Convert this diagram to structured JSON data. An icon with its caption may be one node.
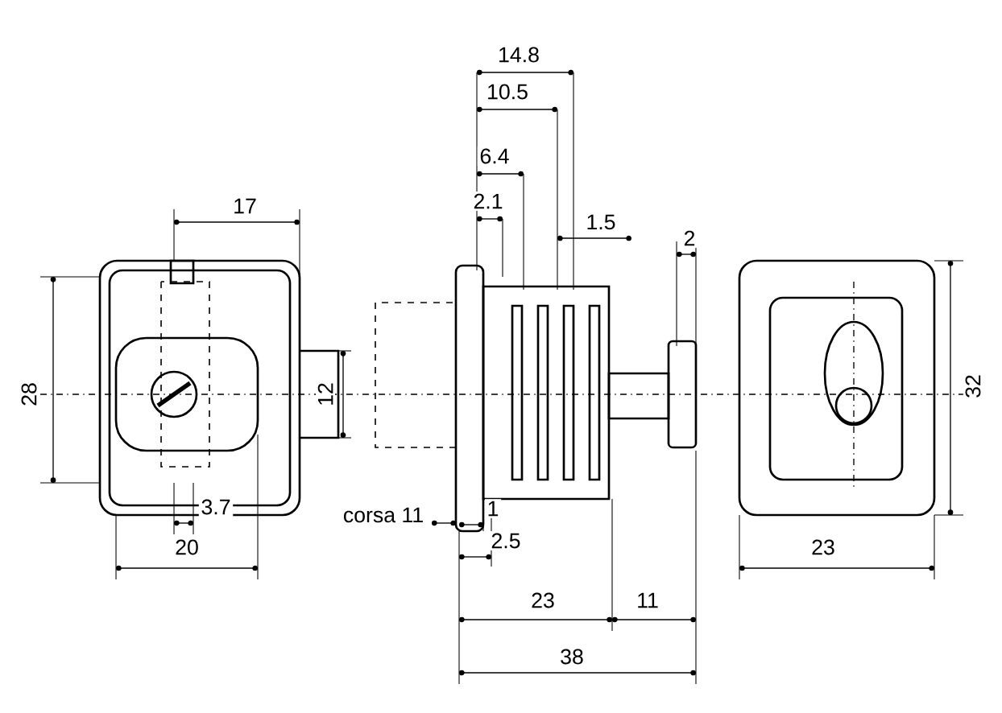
{
  "diagram": {
    "labels": [
      "14.8",
      "10.5",
      "6.4",
      "17",
      "2.1",
      "1.5",
      "2",
      "28",
      "12",
      "32",
      "3.7",
      "corsa 11",
      "1",
      "2.5",
      "20",
      "23",
      "23",
      "11",
      "38"
    ]
  }
}
